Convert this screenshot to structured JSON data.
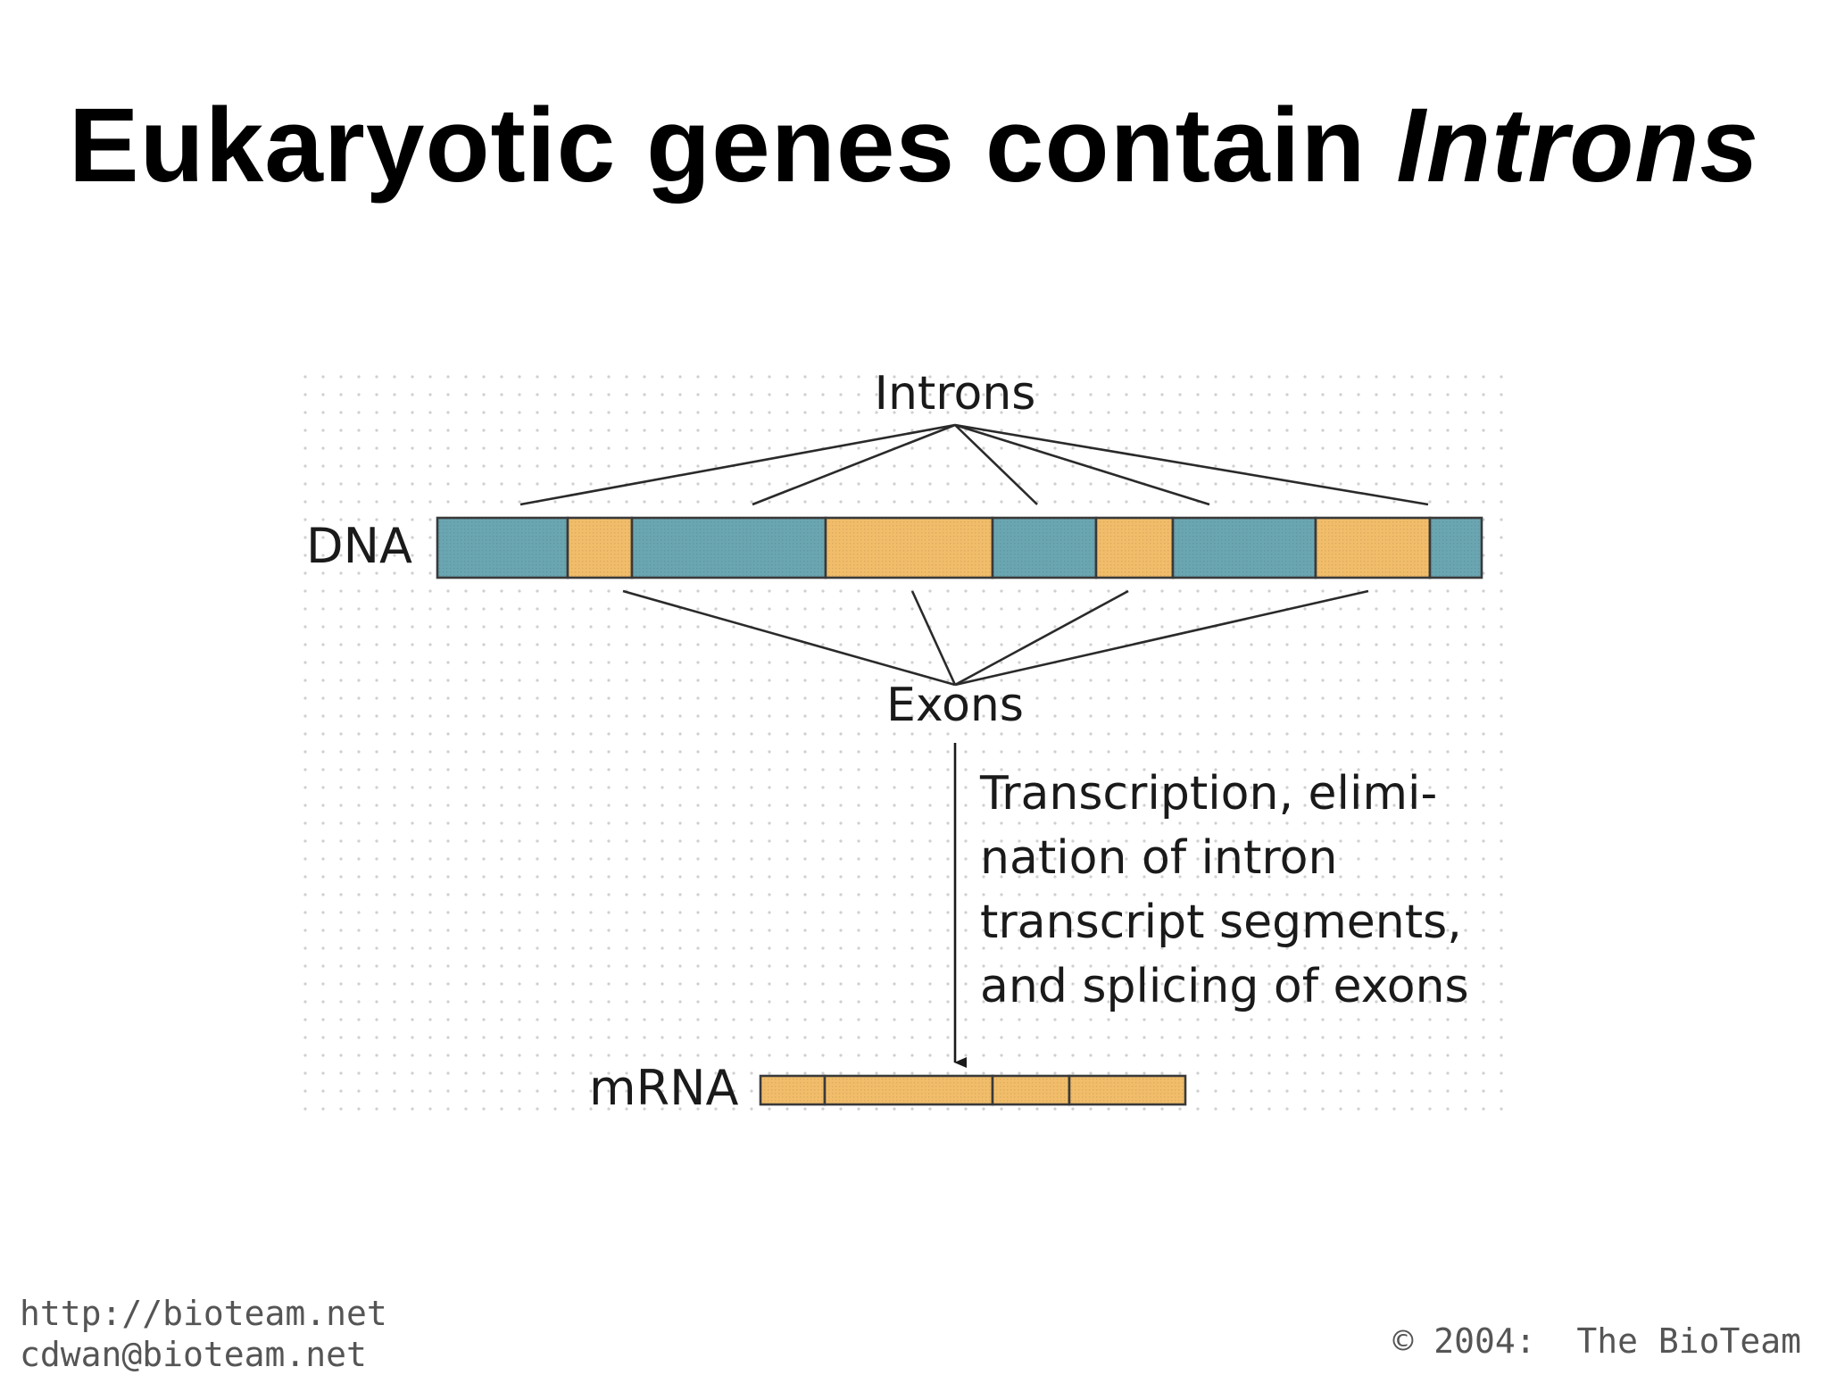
{
  "slide": {
    "title_main": "Eukaryotic genes contain ",
    "title_italic": "Introns"
  },
  "diagram": {
    "introns_label": "Introns",
    "dna_label": "DNA",
    "exons_label": "Exons",
    "caption_lines": [
      "Transcription, elimi-",
      "nation of intron",
      "transcript segments,",
      "and splicing of exons"
    ],
    "mrna_label": "mRNA",
    "colors": {
      "intron": "#6aa6b1",
      "exon": "#f1bd6a",
      "outline": "#3a3a3a",
      "grid_dot": "#c9c9c9"
    },
    "dna_segments": [
      "intron",
      "exon",
      "intron",
      "exon",
      "intron",
      "exon",
      "intron",
      "exon",
      "intron"
    ]
  },
  "footer": {
    "url": "http://bioteam.net",
    "email": "cdwan@bioteam.net",
    "copyright": "© 2004:  The BioTeam"
  }
}
